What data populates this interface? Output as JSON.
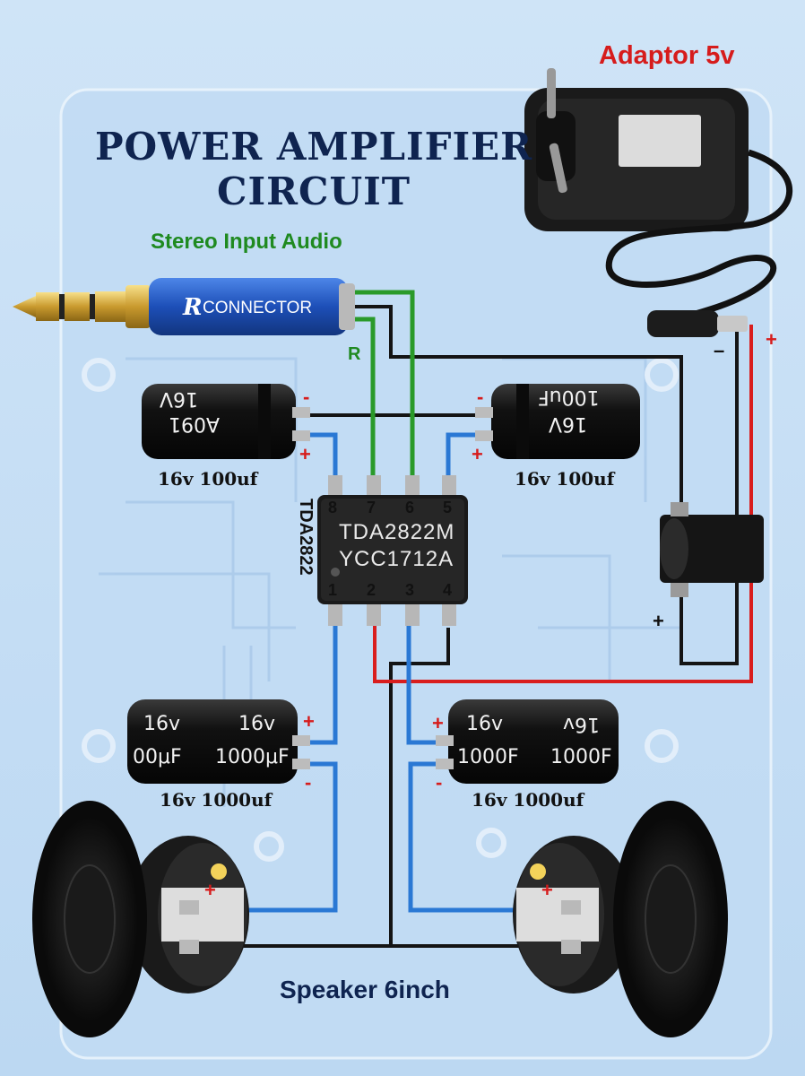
{
  "title_line1": "POWER AMPLIFIER",
  "title_line2": "CIRCUIT",
  "input_label": "Stereo Input Audio",
  "adaptor_label": "Adaptor 5v",
  "connector_text": "CONNECTOR",
  "connector_logo": "R",
  "right_channel_label": "R",
  "chip": {
    "line1": "TDA2822M",
    "line2": "YCC1712A",
    "side_label": "TDA2822",
    "pins_top": [
      "8",
      "7",
      "6",
      "5"
    ],
    "pins_bottom": [
      "1",
      "2",
      "3",
      "4"
    ]
  },
  "caps": {
    "top_left": {
      "label": "16v 100uf",
      "mark1": "16V",
      "mark2": "A091"
    },
    "top_right": {
      "label": "16v 100uf",
      "mark1": "100uF",
      "mark2": "16V"
    },
    "bottom_left": {
      "label": "16v 1000uf",
      "mark_v1": "16v",
      "mark_v2": "16v",
      "mark_c1": "00μF",
      "mark_c2": "1000μF"
    },
    "bottom_right": {
      "label": "16v 1000uf",
      "mark_v1": "16v",
      "mark_v2": "16v",
      "mark_c1": "1000F",
      "mark_c2": "1000F"
    }
  },
  "signs": {
    "plus": "+",
    "minus": "-",
    "minus_long": "–"
  },
  "speaker_label": "Speaker 6inch",
  "colors": {
    "wire_red": "#d91e1e",
    "wire_black": "#141414",
    "wire_blue": "#2a78d4",
    "wire_green": "#2a9a2a",
    "title": "#0f2450"
  }
}
